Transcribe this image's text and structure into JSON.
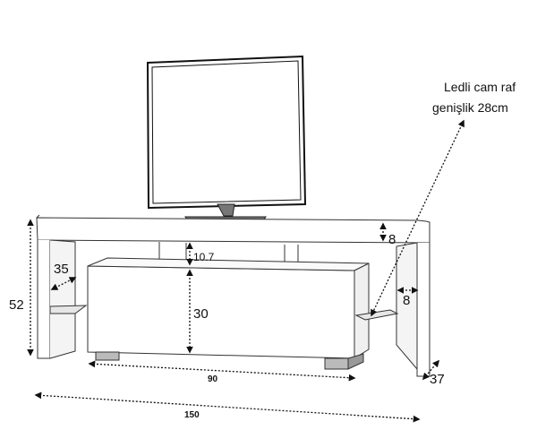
{
  "note": {
    "line1": "Ledli cam raf",
    "line2": "genişlik 28cm"
  },
  "dimensions": {
    "height": "52",
    "side_depth": "35",
    "top_thickness": "8",
    "gap_height": "10.7",
    "drawer_height": "30",
    "shelf_width": "8",
    "drawer_width": "90",
    "depth": "37",
    "total_width": "150"
  }
}
